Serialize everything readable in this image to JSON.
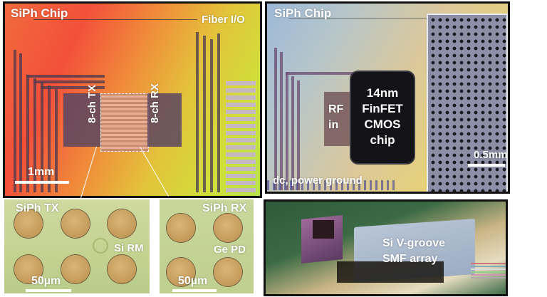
{
  "figure": {
    "panels": {
      "siph_chip": {
        "title": "SiPh Chip",
        "fiber_label": "Fiber I/O",
        "tx_label": "8-ch TX",
        "rx_label": "8-ch RX",
        "scale_label": "1mm"
      },
      "cmos_on_siph": {
        "title": "SiPh Chip",
        "rf_label_line1": "RF",
        "rf_label_line2": "in",
        "cmos_line1": "14nm",
        "cmos_line2": "FinFET",
        "cmos_line3": "CMOS",
        "cmos_line4": "chip",
        "dc_label": "dc, power ground",
        "scale_label": "0.5mm"
      },
      "siph_tx": {
        "title": "SiPh TX",
        "device_label": "Si RM",
        "scale_label": "50µm"
      },
      "siph_rx": {
        "title": "SiPh RX",
        "device_label": "Ge PD",
        "scale_label": "50µm"
      },
      "package": {
        "label_line1": "Si V-groove",
        "label_line2": "SMF array"
      }
    }
  }
}
